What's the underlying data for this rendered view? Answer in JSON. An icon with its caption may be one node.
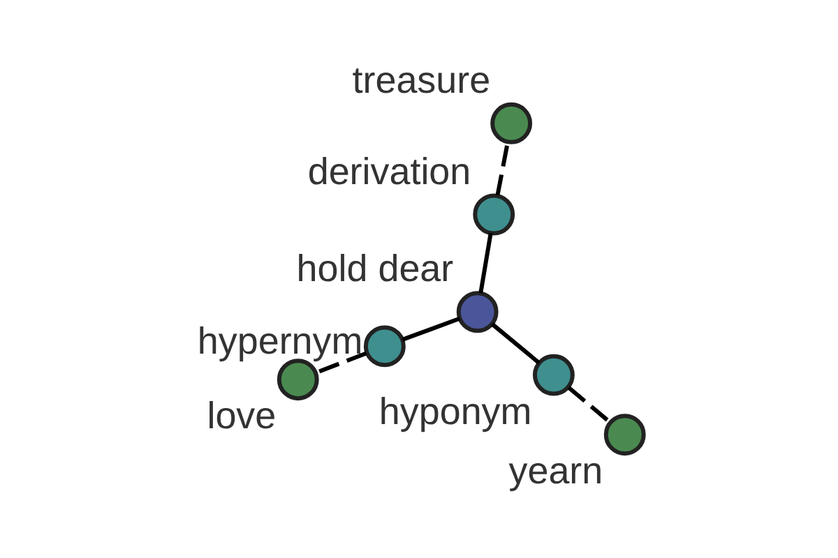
{
  "diagram": {
    "nodes": [
      {
        "text": [
          "hold dear"
        ]
      },
      {
        "text": [
          "hyponym"
        ]
      },
      {
        "text": [
          "yearn"
        ]
      },
      {
        "text": [
          "derivation"
        ]
      },
      {
        "text": [
          "treasure"
        ]
      },
      {
        "text": [
          "hypernym"
        ]
      },
      {
        "text": [
          "love"
        ]
      }
    ],
    "edges": [
      {
        "from": 0,
        "to": 1,
        "arrow": "none"
      },
      {
        "from": 1,
        "to": 2,
        "arrow": "none",
        "style": "dashed"
      },
      {
        "from": 0,
        "to": 3,
        "arrow": "none"
      },
      {
        "from": 3,
        "to": 4,
        "arrow": "none",
        "style": "dashed"
      },
      {
        "from": 0,
        "to": 5,
        "arrow": "none"
      },
      {
        "from": 5,
        "to": 6,
        "arrow": "none",
        "style": "dashed"
      }
    ]
  }
}
